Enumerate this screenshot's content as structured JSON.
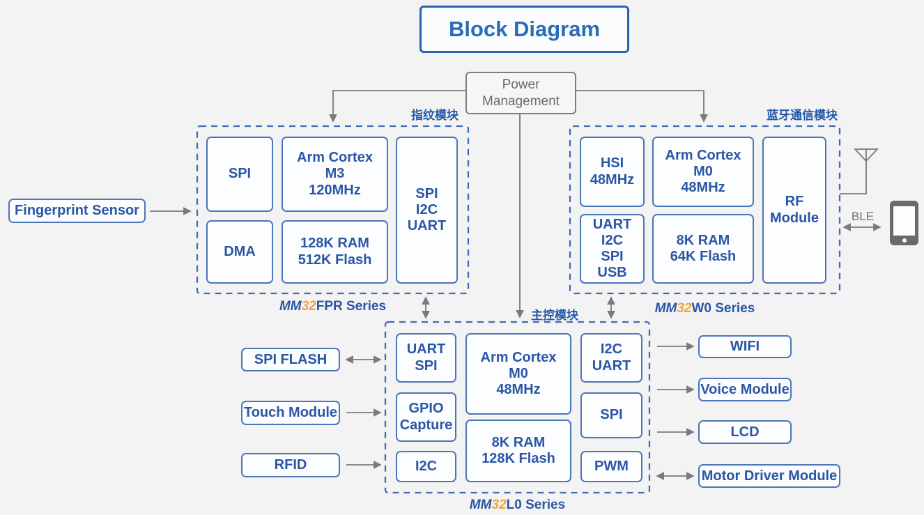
{
  "title": "Block Diagram",
  "power_management": {
    "label": "Power\nManagement"
  },
  "modules": {
    "fingerprint": {
      "tag": "指纹模块",
      "series": {
        "prefix": "MM",
        "num": "32",
        "suffix": "FPR Series"
      },
      "blocks": {
        "spi": "SPI",
        "core": "Arm Cortex\nM3\n120MHz",
        "bus": "SPI\nI2C\nUART",
        "dma": "DMA",
        "memory": "128K RAM\n512K Flash"
      }
    },
    "bluetooth": {
      "tag": "蓝牙通信模块",
      "series": {
        "prefix": "MM",
        "num": "32",
        "suffix": "W0 Series"
      },
      "blocks": {
        "hsi": "HSI\n48MHz",
        "core": "Arm Cortex\nM0\n48MHz",
        "rf": "RF\nModule",
        "bus": "UART\nI2C\nSPI\nUSB",
        "memory": "8K RAM\n64K Flash"
      }
    },
    "main": {
      "tag": "主控模块",
      "series": {
        "prefix": "MM",
        "num": "32",
        "suffix": "L0 Series"
      },
      "blocks": {
        "uart_spi": "UART\nSPI",
        "gpio": "GPIO\nCapture",
        "i2c": "I2C",
        "core": "Arm Cortex\nM0\n48MHz",
        "memory": "8K RAM\n128K Flash",
        "i2c_uart": "I2C\nUART",
        "spi": "SPI",
        "pwm": "PWM"
      }
    }
  },
  "peripherals": {
    "fingerprint_sensor": "Fingerprint Sensor",
    "spi_flash": "SPI FLASH",
    "touch_module": "Touch Module",
    "rfid": "RFID",
    "wifi": "WIFI",
    "voice_module": "Voice Module",
    "lcd": "LCD",
    "motor_driver": "Motor Driver Module"
  },
  "connections": {
    "ble_label": "BLE"
  },
  "icons": {
    "antenna": "antenna-icon",
    "phone": "smartphone-icon"
  },
  "colors": {
    "background": "#f3f3f4",
    "block_border": "#4b76ba",
    "block_text": "#2a56a5",
    "dashed_border": "#3f6cb4",
    "accent_orange": "#f2a33c",
    "connector_gray": "#7a7a7a",
    "title_blue": "#2a6cb8"
  }
}
